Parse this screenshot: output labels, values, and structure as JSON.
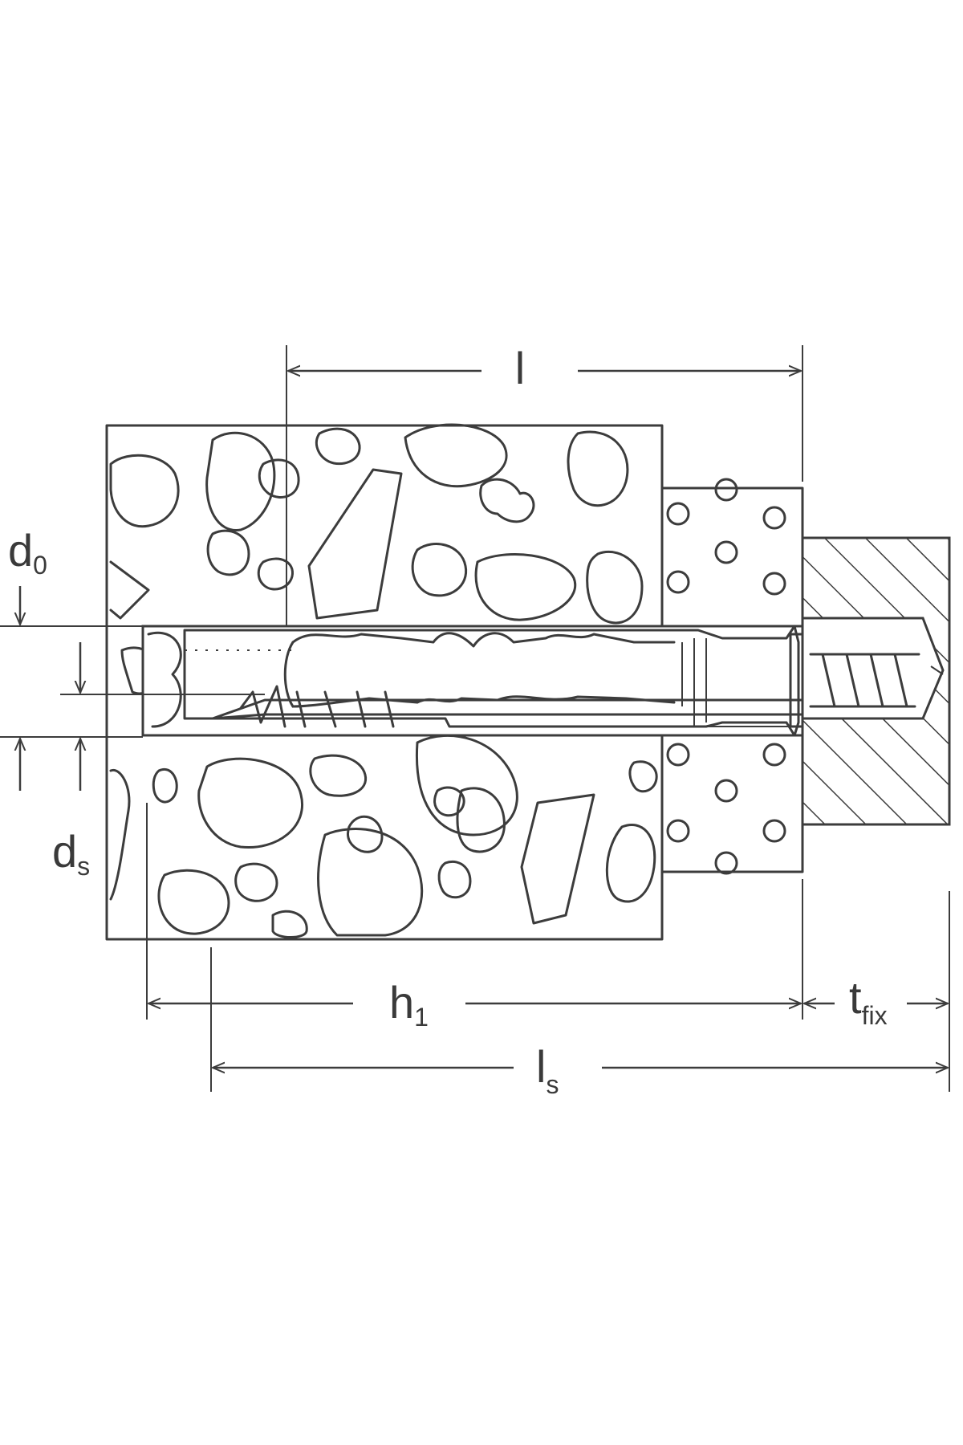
{
  "diagram": {
    "dimensions": {
      "l": {
        "main": "l",
        "sub": ""
      },
      "d0": {
        "main": "d",
        "sub": "0"
      },
      "ds": {
        "main": "d",
        "sub": "s"
      },
      "h1": {
        "main": "h",
        "sub": "1"
      },
      "tfix": {
        "main": "t",
        "sub": "fix"
      },
      "ls": {
        "main": "l",
        "sub": "s"
      }
    },
    "colors": {
      "line": "#3c3c3c",
      "background": "#ffffff",
      "text": "#3a3a3a"
    }
  }
}
